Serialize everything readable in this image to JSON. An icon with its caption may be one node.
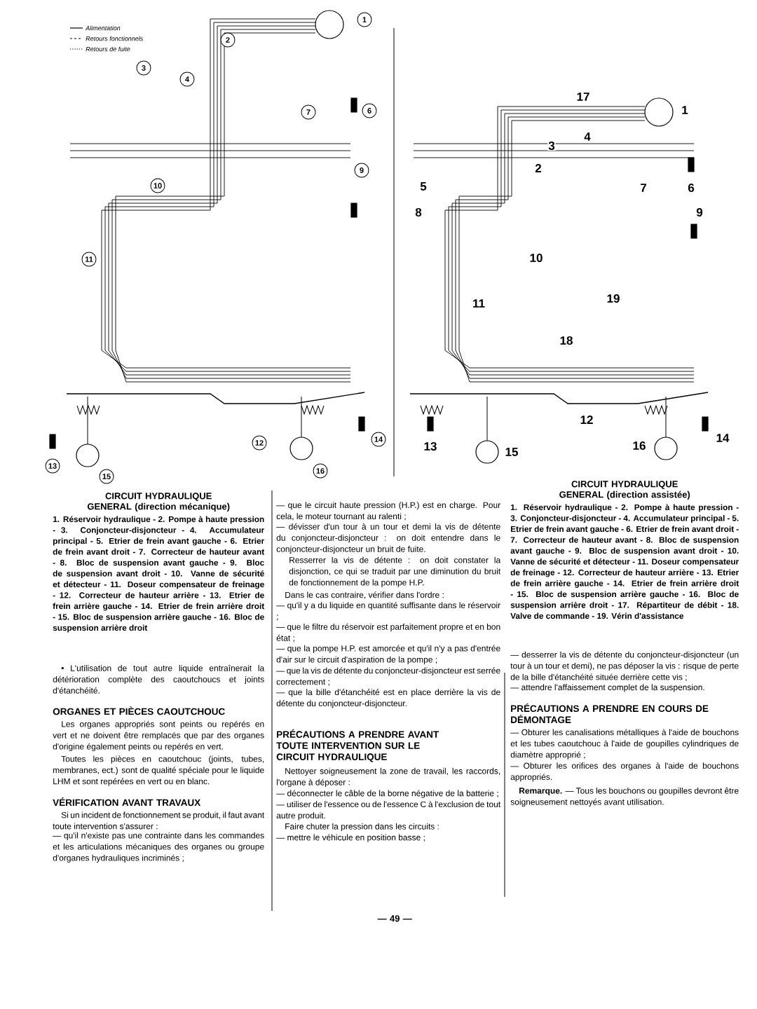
{
  "diagram": {
    "labels": [
      "1",
      "2",
      "3",
      "4",
      "7",
      "6",
      "9",
      "10",
      "11",
      "12",
      "13",
      "14",
      "15",
      "16",
      "17",
      "1",
      "4",
      "3",
      "2",
      "5",
      "7",
      "6",
      "8",
      "9",
      "10",
      "11",
      "19",
      "18",
      "12",
      "13",
      "15",
      "16",
      "14",
      "CIRCUIT HYDRAULIQUE GENERAL (direction mécanique)",
      "1. Réservoir hydraulique - 2. Pompe à haute pression - 3. Conjoncteur-disjoncteur - 4. Accumulateur principal - 5. Etrier de frein avant gauche - 6. Etrier de frein avant droit - 7. Correcteur de hauteur avant - 8. Bloc de suspension avant gauche - 9. Bloc de suspension avant droit - 10. Vanne de sécurité et détecteur - 11. Doseur compensateur de freinage - 12. Correcteur de hauteur arrière - 13. Etrier de frein arrière gauche - 14. Etrier de frein arrière droit - 15. Bloc de suspension arrière gauche - 16. Bloc de suspension arrière droit",
      "• L'utilisation de tout autre liquide entraînerait la détérioration complète des caoutchoucs et joints d'étanchéité.",
      "ORGANES ET PIÈCES CAOUTCHOUC",
      "Les organes appropriés sont peints ou repérés en vert et ne doivent être remplacés que par des organes d'origine également peints ou repérés en vert.",
      "Toutes les pièces en caoutchouc (joints, tubes, membranes, ect.) sont de qualité spéciale pour le liquide LHM et sont repérées en vert ou en blanc.",
      "VÉRIFICATION AVANT TRAVAUX",
      "Si un incident de fonctionnement se produit, il faut avant toute intervention s'assurer :",
      "— qu'il n'existe pas une contrainte dans les commandes et les articulations mécaniques des organes ou groupe d'organes hydrauliques incriminés ;",
      "— que le circuit haute pression (H.P.) est en charge. Pour cela, le moteur tournant au ralenti ;",
      "— dévisser d'un tour à un tour et demi la vis de détente du conjoncteur-disjoncteur : on doit entendre dans le conjoncteur-disjoncteur un bruit de fuite.",
      "Resserrer la vis de détente : on doit constater la disjonction, ce qui se traduit par une diminution du bruit de fonctionnement de la pompe H.P.",
      "Dans le cas contraire, vérifier dans l'ordre :",
      "— qu'il y a du liquide en quantité suffisante dans le réservoir ;",
      "— que le filtre du réservoir est parfaitement propre et en bon état ;",
      "— que la pompe H.P. est amorcée et qu'il n'y a pas d'entrée d'air sur le circuit d'aspiration de la pompe ;",
      "— que la vis de détente du conjoncteur-disjoncteur est serrée correctement ;",
      "— que la bille d'étanchéité est en place derrière la vis de détente du conjoncteur-disjoncteur.",
      "PRÉCAUTIONS A PRENDRE AVANT TOUTE INTERVENTION SUR LE CIRCUIT HYDRAULIQUE",
      "Nettoyer soigneusement la zone de travail, les raccords, l'organe à déposer :",
      "— déconnecter le câble de la borne négative de la batterie ;",
      "— utiliser de l'essence ou de l'essence C à l'exclusion de tout autre produit.",
      "Faire chuter la pression dans les circuits :",
      "— mettre le véhicule en position basse ;",
      "CIRCUIT HYDRAULIQUE GENERAL (direction assistée)",
      "1. Réservoir hydraulique - 2. Pompe à haute pression - 3. Conjoncteur-disjoncteur - 4. Accumulateur principal - 5. Etrier de frein avant gauche - 6. Etrier de frein avant droit - 7. Correcteur de hauteur avant - 8. Bloc de suspension avant gauche - 9. Bloc de suspension avant droit - 10. Vanne de sécurité et détecteur - 11. Doseur compensateur de freinage - 12. Correcteur de hauteur arrière - 13. Etrier de frein arrière gauche - 14. Etrier de frein arrière droit - 15. Bloc de suspension arrière gauche - 16. Bloc de suspension arrière droit - 17. Répartiteur de débit - 18. Valve de commande - 19. Vérin d'assistance",
      "— desserrer la vis de détente du conjoncteur-disjoncteur (un tour à un tour et demi), ne pas déposer la vis : risque de perte de la bille d'étanchéité située derrière cette vis ;",
      "— attendre l'affaissement complet de la suspension.",
      "PRÉCAUTIONS A PRENDRE EN COURS DE DÉMONTAGE",
      "— Obturer les canalisations métalliques à l'aide de bouchons et les tubes caoutchouc à l'aide de goupilles cylindriques de diamètre approprié ;",
      "— Obturer les orifices des organes à l'aide de bouchons appropriés.",
      "**Remarque.** — Tous les bouchons ou goupilles devront être soigneusement nettoyés avant utilisation.",
      "— 49 —"
    ],
    "legend": [
      {
        "text": "Alimentation"
      },
      {
        "text": "Retours fonctionnels"
      },
      {
        "text": "Retours de fuite"
      }
    ]
  }
}
